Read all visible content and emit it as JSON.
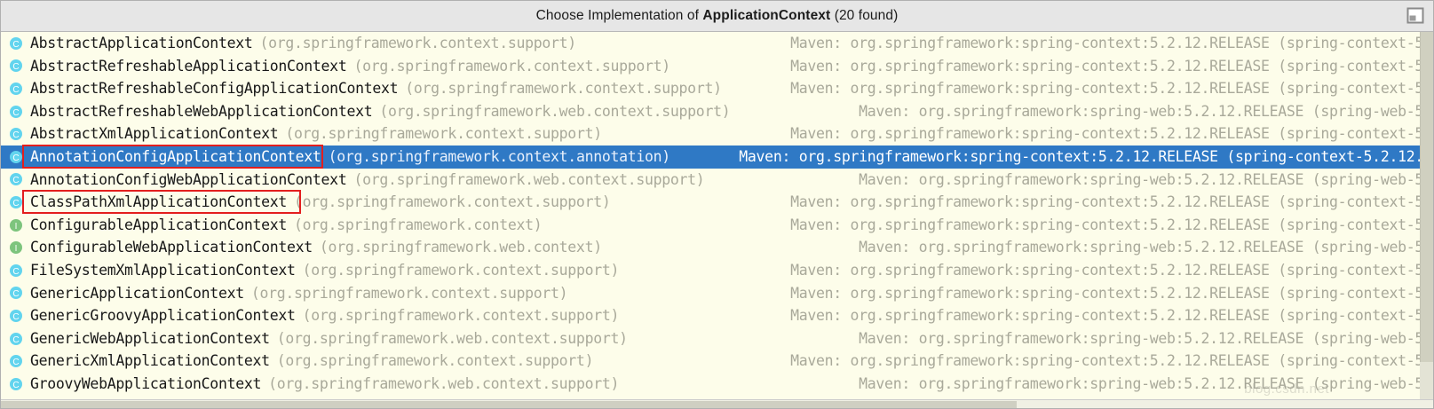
{
  "window": {
    "title_prefix": "Choose Implementation of ",
    "title_symbol": "ApplicationContext",
    "title_suffix": " (20 found)",
    "preview_toggle_icon": "preview-panel-icon"
  },
  "colors": {
    "titlebar_bg": "#e6e6e6",
    "list_bg": "#fdfdea",
    "selection_bg": "#2f79c5",
    "class_icon": "#62d4ee",
    "interface_icon": "#7dc47d",
    "package_text": "#a9a99a",
    "annotation_red": "#e31e1e"
  },
  "watermark": {
    "text": "blog.csdn.net"
  },
  "list": {
    "rows": [
      {
        "icon": "class-icon",
        "kind": "class",
        "name": "AbstractApplicationContext",
        "package": "(org.springframework.context.support)",
        "library": "Maven: org.springframework:spring-context:5.2.12.RELEASE (spring-context-5",
        "selected": false,
        "annotated": false
      },
      {
        "icon": "class-icon",
        "kind": "class",
        "name": "AbstractRefreshableApplicationContext",
        "package": "(org.springframework.context.support)",
        "library": "Maven: org.springframework:spring-context:5.2.12.RELEASE (spring-context-5",
        "selected": false,
        "annotated": false
      },
      {
        "icon": "class-icon",
        "kind": "class",
        "name": "AbstractRefreshableConfigApplicationContext",
        "package": "(org.springframework.context.support)",
        "library": "Maven: org.springframework:spring-context:5.2.12.RELEASE (spring-context-5",
        "selected": false,
        "annotated": false
      },
      {
        "icon": "class-icon",
        "kind": "class",
        "name": "AbstractRefreshableWebApplicationContext",
        "package": "(org.springframework.web.context.support)",
        "library": "Maven: org.springframework:spring-web:5.2.12.RELEASE (spring-web-5",
        "selected": false,
        "annotated": false
      },
      {
        "icon": "class-icon",
        "kind": "class",
        "name": "AbstractXmlApplicationContext",
        "package": "(org.springframework.context.support)",
        "library": "Maven: org.springframework:spring-context:5.2.12.RELEASE (spring-context-5",
        "selected": false,
        "annotated": false
      },
      {
        "icon": "class-icon",
        "kind": "class",
        "name": "AnnotationConfigApplicationContext",
        "package": "(org.springframework.context.annotation)",
        "library": "Maven: org.springframework:spring-context:5.2.12.RELEASE (spring-context-5.2.12.",
        "selected": true,
        "annotated": true
      },
      {
        "icon": "class-icon",
        "kind": "class",
        "name": "AnnotationConfigWebApplicationContext",
        "package": "(org.springframework.web.context.support)",
        "library": "Maven: org.springframework:spring-web:5.2.12.RELEASE (spring-web-5",
        "selected": false,
        "annotated": false
      },
      {
        "icon": "class-icon",
        "kind": "class",
        "name": "ClassPathXmlApplicationContext",
        "package": "(org.springframework.context.support)",
        "library": "Maven: org.springframework:spring-context:5.2.12.RELEASE (spring-context-5",
        "selected": false,
        "annotated": true
      },
      {
        "icon": "interface-icon",
        "kind": "interface",
        "name": "ConfigurableApplicationContext",
        "package": "(org.springframework.context)",
        "library": "Maven: org.springframework:spring-context:5.2.12.RELEASE (spring-context-5",
        "selected": false,
        "annotated": false
      },
      {
        "icon": "interface-icon",
        "kind": "interface",
        "name": "ConfigurableWebApplicationContext",
        "package": "(org.springframework.web.context)",
        "library": "Maven: org.springframework:spring-web:5.2.12.RELEASE (spring-web-5",
        "selected": false,
        "annotated": false
      },
      {
        "icon": "class-icon",
        "kind": "class",
        "name": "FileSystemXmlApplicationContext",
        "package": "(org.springframework.context.support)",
        "library": "Maven: org.springframework:spring-context:5.2.12.RELEASE (spring-context-5",
        "selected": false,
        "annotated": false
      },
      {
        "icon": "class-icon",
        "kind": "class",
        "name": "GenericApplicationContext",
        "package": "(org.springframework.context.support)",
        "library": "Maven: org.springframework:spring-context:5.2.12.RELEASE (spring-context-5",
        "selected": false,
        "annotated": false
      },
      {
        "icon": "class-icon",
        "kind": "class",
        "name": "GenericGroovyApplicationContext",
        "package": "(org.springframework.context.support)",
        "library": "Maven: org.springframework:spring-context:5.2.12.RELEASE (spring-context-5",
        "selected": false,
        "annotated": false
      },
      {
        "icon": "class-icon",
        "kind": "class",
        "name": "GenericWebApplicationContext",
        "package": "(org.springframework.web.context.support)",
        "library": "Maven: org.springframework:spring-web:5.2.12.RELEASE (spring-web-5",
        "selected": false,
        "annotated": false
      },
      {
        "icon": "class-icon",
        "kind": "class",
        "name": "GenericXmlApplicationContext",
        "package": "(org.springframework.context.support)",
        "library": "Maven: org.springframework:spring-context:5.2.12.RELEASE (spring-context-5",
        "selected": false,
        "annotated": false
      },
      {
        "icon": "class-icon",
        "kind": "class",
        "name": "GroovyWebApplicationContext",
        "package": "(org.springframework.web.context.support)",
        "library": "Maven: org.springframework:spring-web:5.2.12.RELEASE (spring-web-5",
        "selected": false,
        "annotated": false
      }
    ]
  }
}
